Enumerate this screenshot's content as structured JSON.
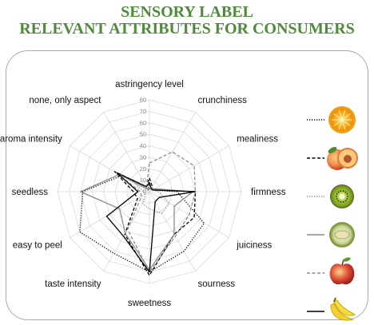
{
  "header": {
    "title_line1": "SENSORY LABEL",
    "title_line2": "RELEVANT ATTRIBUTES FOR CONSUMERS"
  },
  "colors": {
    "title": "#4e8a3a",
    "frame": "#a9a9a9",
    "grid": "#d9d9d9",
    "series_black": "#000000",
    "series_gray": "#8c8c8c"
  },
  "chart_data": {
    "type": "radar",
    "title": "",
    "axes": [
      "astringency level",
      "crunchiness",
      "mealiness",
      "firmness",
      "juiciness",
      "sourness",
      "sweetness",
      "taste intensity",
      "easy to peel",
      "seedless",
      "aroma intensity",
      "none, only aspect"
    ],
    "rlim": [
      0,
      80
    ],
    "ticks": [
      0,
      10,
      20,
      30,
      40,
      50,
      60,
      70,
      80
    ],
    "grid": true,
    "legend": "right",
    "series": [
      {
        "fruit": "orange",
        "icon": "orange-icon",
        "style": "dotted",
        "color": "#000000",
        "values": [
          7,
          3,
          3,
          24,
          55,
          60,
          70,
          62,
          70,
          58,
          28,
          2
        ]
      },
      {
        "fruit": "peach",
        "icon": "peach-icon",
        "style": "dashed",
        "color": "#000000",
        "values": [
          12,
          5,
          3,
          40,
          45,
          43,
          73,
          43,
          12,
          14,
          35,
          5
        ]
      },
      {
        "fruit": "kiwi",
        "icon": "kiwi-icon",
        "style": "dotted",
        "color": "#8c8c8c",
        "values": [
          2,
          3,
          3,
          8,
          20,
          22,
          15,
          12,
          4,
          5,
          15,
          3
        ]
      },
      {
        "fruit": "melon",
        "icon": "melon-icon",
        "style": "solid",
        "color": "#8c8c8c",
        "values": [
          3,
          3,
          5,
          38,
          25,
          43,
          68,
          42,
          30,
          60,
          30,
          3
        ]
      },
      {
        "fruit": "apple",
        "icon": "apple-icon",
        "style": "dashed",
        "color": "#8c8c8c",
        "values": [
          25,
          40,
          45,
          40,
          40,
          45,
          70,
          38,
          8,
          8,
          33,
          5
        ]
      },
      {
        "fruit": "banana",
        "icon": "banana-icon",
        "style": "solid",
        "color": "#000000",
        "values": [
          8,
          3,
          3,
          40,
          10,
          10,
          70,
          45,
          43,
          10,
          33,
          5
        ]
      }
    ]
  }
}
